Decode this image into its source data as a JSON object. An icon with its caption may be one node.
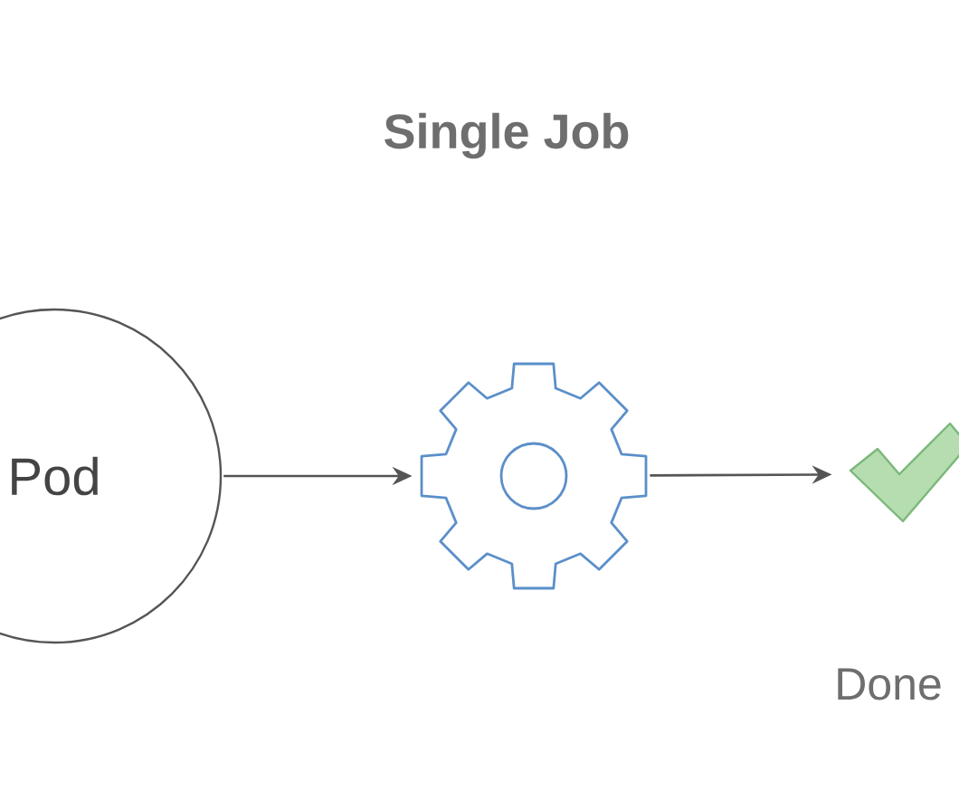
{
  "diagram": {
    "title": "Single Job",
    "nodes": [
      {
        "text": [
          "Pod"
        ]
      },
      {
        "text": [],
        "shape": "gear"
      },
      {
        "text": [],
        "shape": "check",
        "beside": [
          "Done"
        ]
      }
    ],
    "edges": [
      {
        "from": 0,
        "to": 1,
        "arrow": "to"
      },
      {
        "from": 1,
        "to": 2,
        "arrow": "to"
      }
    ]
  }
}
